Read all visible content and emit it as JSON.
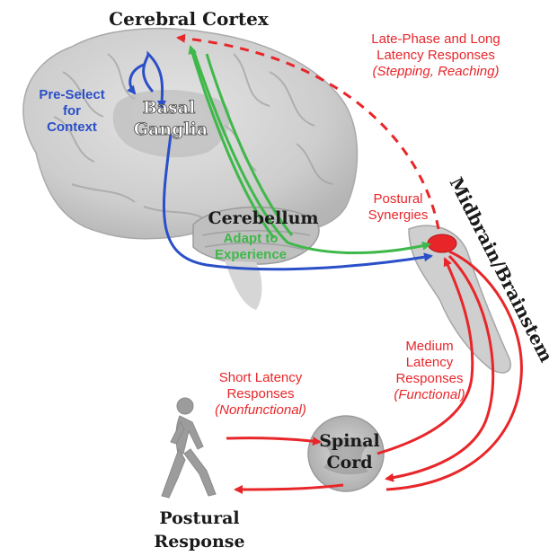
{
  "labels": {
    "cerebral_cortex": "Cerebral Cortex",
    "basal_ganglia_line1": "Basal",
    "basal_ganglia_line2": "Ganglia",
    "cerebellum": "Cerebellum",
    "midbrain_brainstem": "Midbrain/Brainstem",
    "spinal_cord_line1": "Spinal",
    "spinal_cord_line2": "Cord",
    "postural_response_line1": "Postural",
    "postural_response_line2": "Response",
    "pre_select_line1": "Pre-Select",
    "pre_select_line2": "for",
    "pre_select_line3": "Context",
    "adapt_line1": "Adapt to",
    "adapt_line2": "Experience",
    "late_phase_line1": "Late-Phase and Long",
    "late_phase_line2": "Latency Responses",
    "late_phase_line3": "(Stepping, Reaching)",
    "postural_synergies_line1": "Postural",
    "postural_synergies_line2": "Synergies",
    "medium_line1": "Medium",
    "medium_line2": "Latency",
    "medium_line3": "Responses",
    "medium_line4": "(Functional)",
    "short_line1": "Short Latency",
    "short_line2": "Responses",
    "short_line3": "(Nonfunctional)"
  },
  "colors": {
    "red": "#e8262a",
    "green": "#3fb84a",
    "blue": "#2a4fc8",
    "brain_gray": "#c9c9c9",
    "dark_text": "#1a1a1a"
  }
}
